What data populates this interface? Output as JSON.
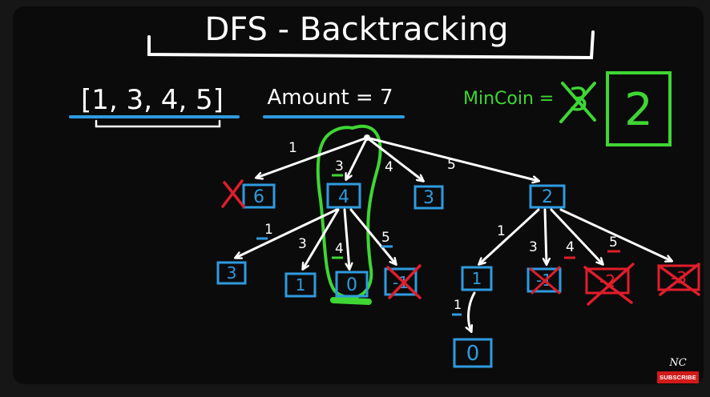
{
  "title": "DFS - Backtracking",
  "coins": "[1, 3, 4, 5]",
  "amount": "Amount = 7",
  "min_coin": {
    "label": "MinCoin =",
    "struck_value": "3",
    "value": "2"
  },
  "tree": {
    "root": "",
    "level1": [
      {
        "edge": "1",
        "node": "6",
        "crossed": true
      },
      {
        "edge": "3",
        "node": "4",
        "crossed": false
      },
      {
        "edge": "4",
        "node": "3",
        "crossed": false
      },
      {
        "edge": "5",
        "node": "2",
        "crossed": false
      }
    ],
    "level2_of_4": [
      {
        "edge": "1",
        "node": "3"
      },
      {
        "edge": "3",
        "node": "1"
      },
      {
        "edge": "4",
        "node": "0"
      },
      {
        "edge": "5",
        "node": "-1"
      }
    ],
    "level2_of_2": [
      {
        "edge": "1",
        "node": "1"
      },
      {
        "edge": "3",
        "node": "-1"
      },
      {
        "edge": "4",
        "node": "-2"
      },
      {
        "edge": "5",
        "node": "-3"
      }
    ],
    "level3": [
      {
        "edge": "1",
        "node": "0"
      }
    ]
  },
  "colors": {
    "background": "#0b0b0b",
    "chalk": "#ffffff",
    "blue": "#2f9be0",
    "green": "#3ed634",
    "red": "#e11d2b"
  },
  "logo": {
    "mark": "NC",
    "badge": "SUBSCRIBE"
  }
}
